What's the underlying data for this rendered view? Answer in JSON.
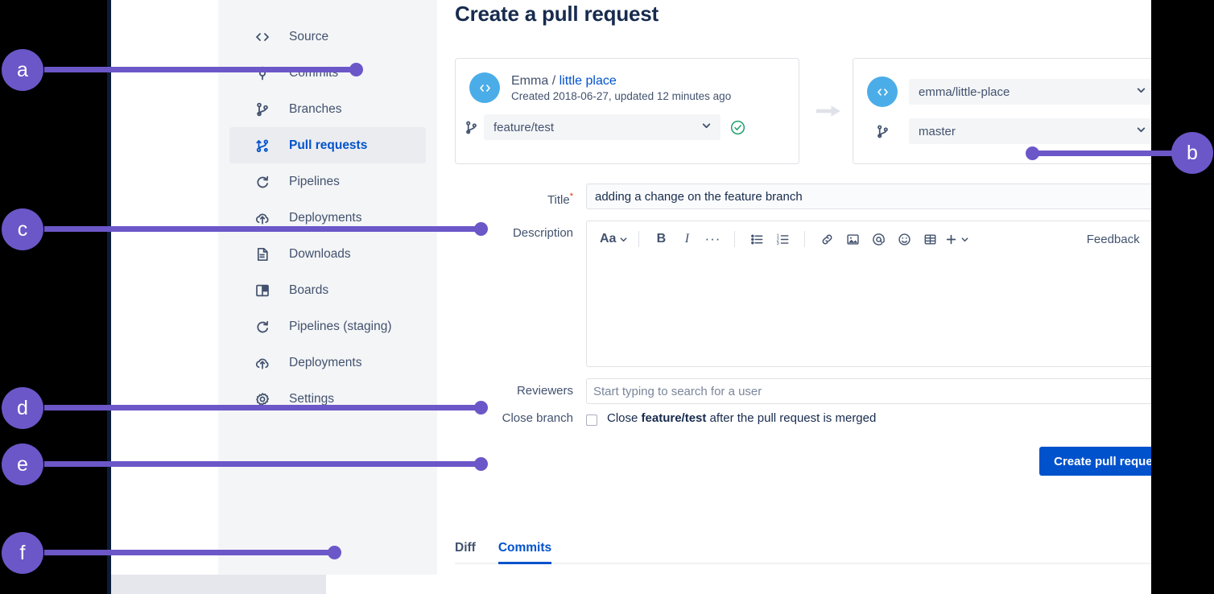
{
  "window": {
    "page_title": "Create a pull request"
  },
  "sidebar": {
    "items": [
      {
        "label": "Source",
        "icon": "code-icon",
        "active": false
      },
      {
        "label": "Commits",
        "icon": "commits-icon",
        "active": false
      },
      {
        "label": "Branches",
        "icon": "branches-icon",
        "active": false
      },
      {
        "label": "Pull requests",
        "icon": "pull-request-icon",
        "active": true
      },
      {
        "label": "Pipelines",
        "icon": "pipelines-icon",
        "active": false
      },
      {
        "label": "Deployments",
        "icon": "deployments-icon",
        "active": false
      },
      {
        "label": "Downloads",
        "icon": "downloads-icon",
        "active": false
      },
      {
        "label": "Boards",
        "icon": "boards-icon",
        "active": false
      },
      {
        "label": "Pipelines (staging)",
        "icon": "pipelines-icon",
        "active": false
      },
      {
        "label": "Deployments",
        "icon": "deployments-icon",
        "active": false
      },
      {
        "label": "Settings",
        "icon": "gear-icon",
        "active": false
      }
    ]
  },
  "source_card": {
    "owner": "Emma",
    "separator": "/",
    "repo_link": "little place",
    "meta": "Created 2018-06-27, updated 12 minutes ago",
    "branch_value": "feature/test",
    "status": "valid"
  },
  "destination_card": {
    "repo_value": "emma/little-place",
    "branch_value": "master",
    "status": "valid"
  },
  "form": {
    "title_label": "Title",
    "title_required_marker": "*",
    "title_value": "adding a change on the feature branch",
    "description_label": "Description",
    "reviewers_label": "Reviewers",
    "reviewers_placeholder": "Start typing to search for a user",
    "close_branch_label": "Close branch",
    "close_text_prefix": "Close ",
    "close_branch_name": "feature/test",
    "close_text_suffix": " after the pull request is merged",
    "submit_label": "Create pull request"
  },
  "editor_toolbar": {
    "text_style_label": "Aa",
    "bold_label": "B",
    "italic_label": "I",
    "more_label": "···",
    "feedback_label": "Feedback",
    "help_label": "?",
    "icons": [
      "text-style-icon",
      "bold-icon",
      "italic-icon",
      "more-formatting-icon",
      "bullet-list-icon",
      "numbered-list-icon",
      "link-icon",
      "image-icon",
      "mention-icon",
      "emoji-icon",
      "table-icon",
      "insert-more-icon"
    ]
  },
  "tabs": [
    {
      "label": "Diff",
      "active": false
    },
    {
      "label": "Commits",
      "active": true
    }
  ],
  "callouts": [
    {
      "id": "a",
      "label": "a"
    },
    {
      "id": "b",
      "label": "b"
    },
    {
      "id": "c",
      "label": "c"
    },
    {
      "id": "d",
      "label": "d"
    },
    {
      "id": "e",
      "label": "e"
    },
    {
      "id": "f",
      "label": "f"
    }
  ],
  "colors": {
    "callout_purple": "#6b57c8",
    "link_blue": "#0052cc",
    "sidebar_bg": "#f4f5f7",
    "avatar_blue": "#4bade8",
    "success_green": "#36b37e",
    "required_red": "#de350b"
  }
}
